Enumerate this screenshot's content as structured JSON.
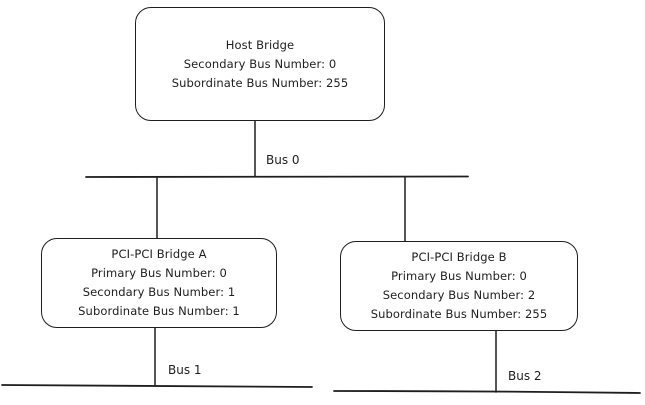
{
  "diagram": {
    "nodes": [
      {
        "id": "host-bridge",
        "title": "Host Bridge",
        "lines": [
          "Secondary Bus Number: 0",
          "Subordinate Bus Number: 255"
        ]
      },
      {
        "id": "pci-bridge-a",
        "title": "PCI-PCI Bridge A",
        "lines": [
          "Primary Bus Number: 0",
          "Secondary Bus Number: 1",
          "Subordinate Bus Number: 1"
        ]
      },
      {
        "id": "pci-bridge-b",
        "title": "PCI-PCI Bridge B",
        "lines": [
          "Primary Bus Number: 0",
          "Secondary Bus Number: 2",
          "Subordinate Bus Number: 255"
        ]
      }
    ],
    "buses": [
      {
        "id": "bus-0",
        "label": "Bus 0"
      },
      {
        "id": "bus-1",
        "label": "Bus 1"
      },
      {
        "id": "bus-2",
        "label": "Bus 2"
      }
    ],
    "stroke_color": "#1e1e1e"
  }
}
